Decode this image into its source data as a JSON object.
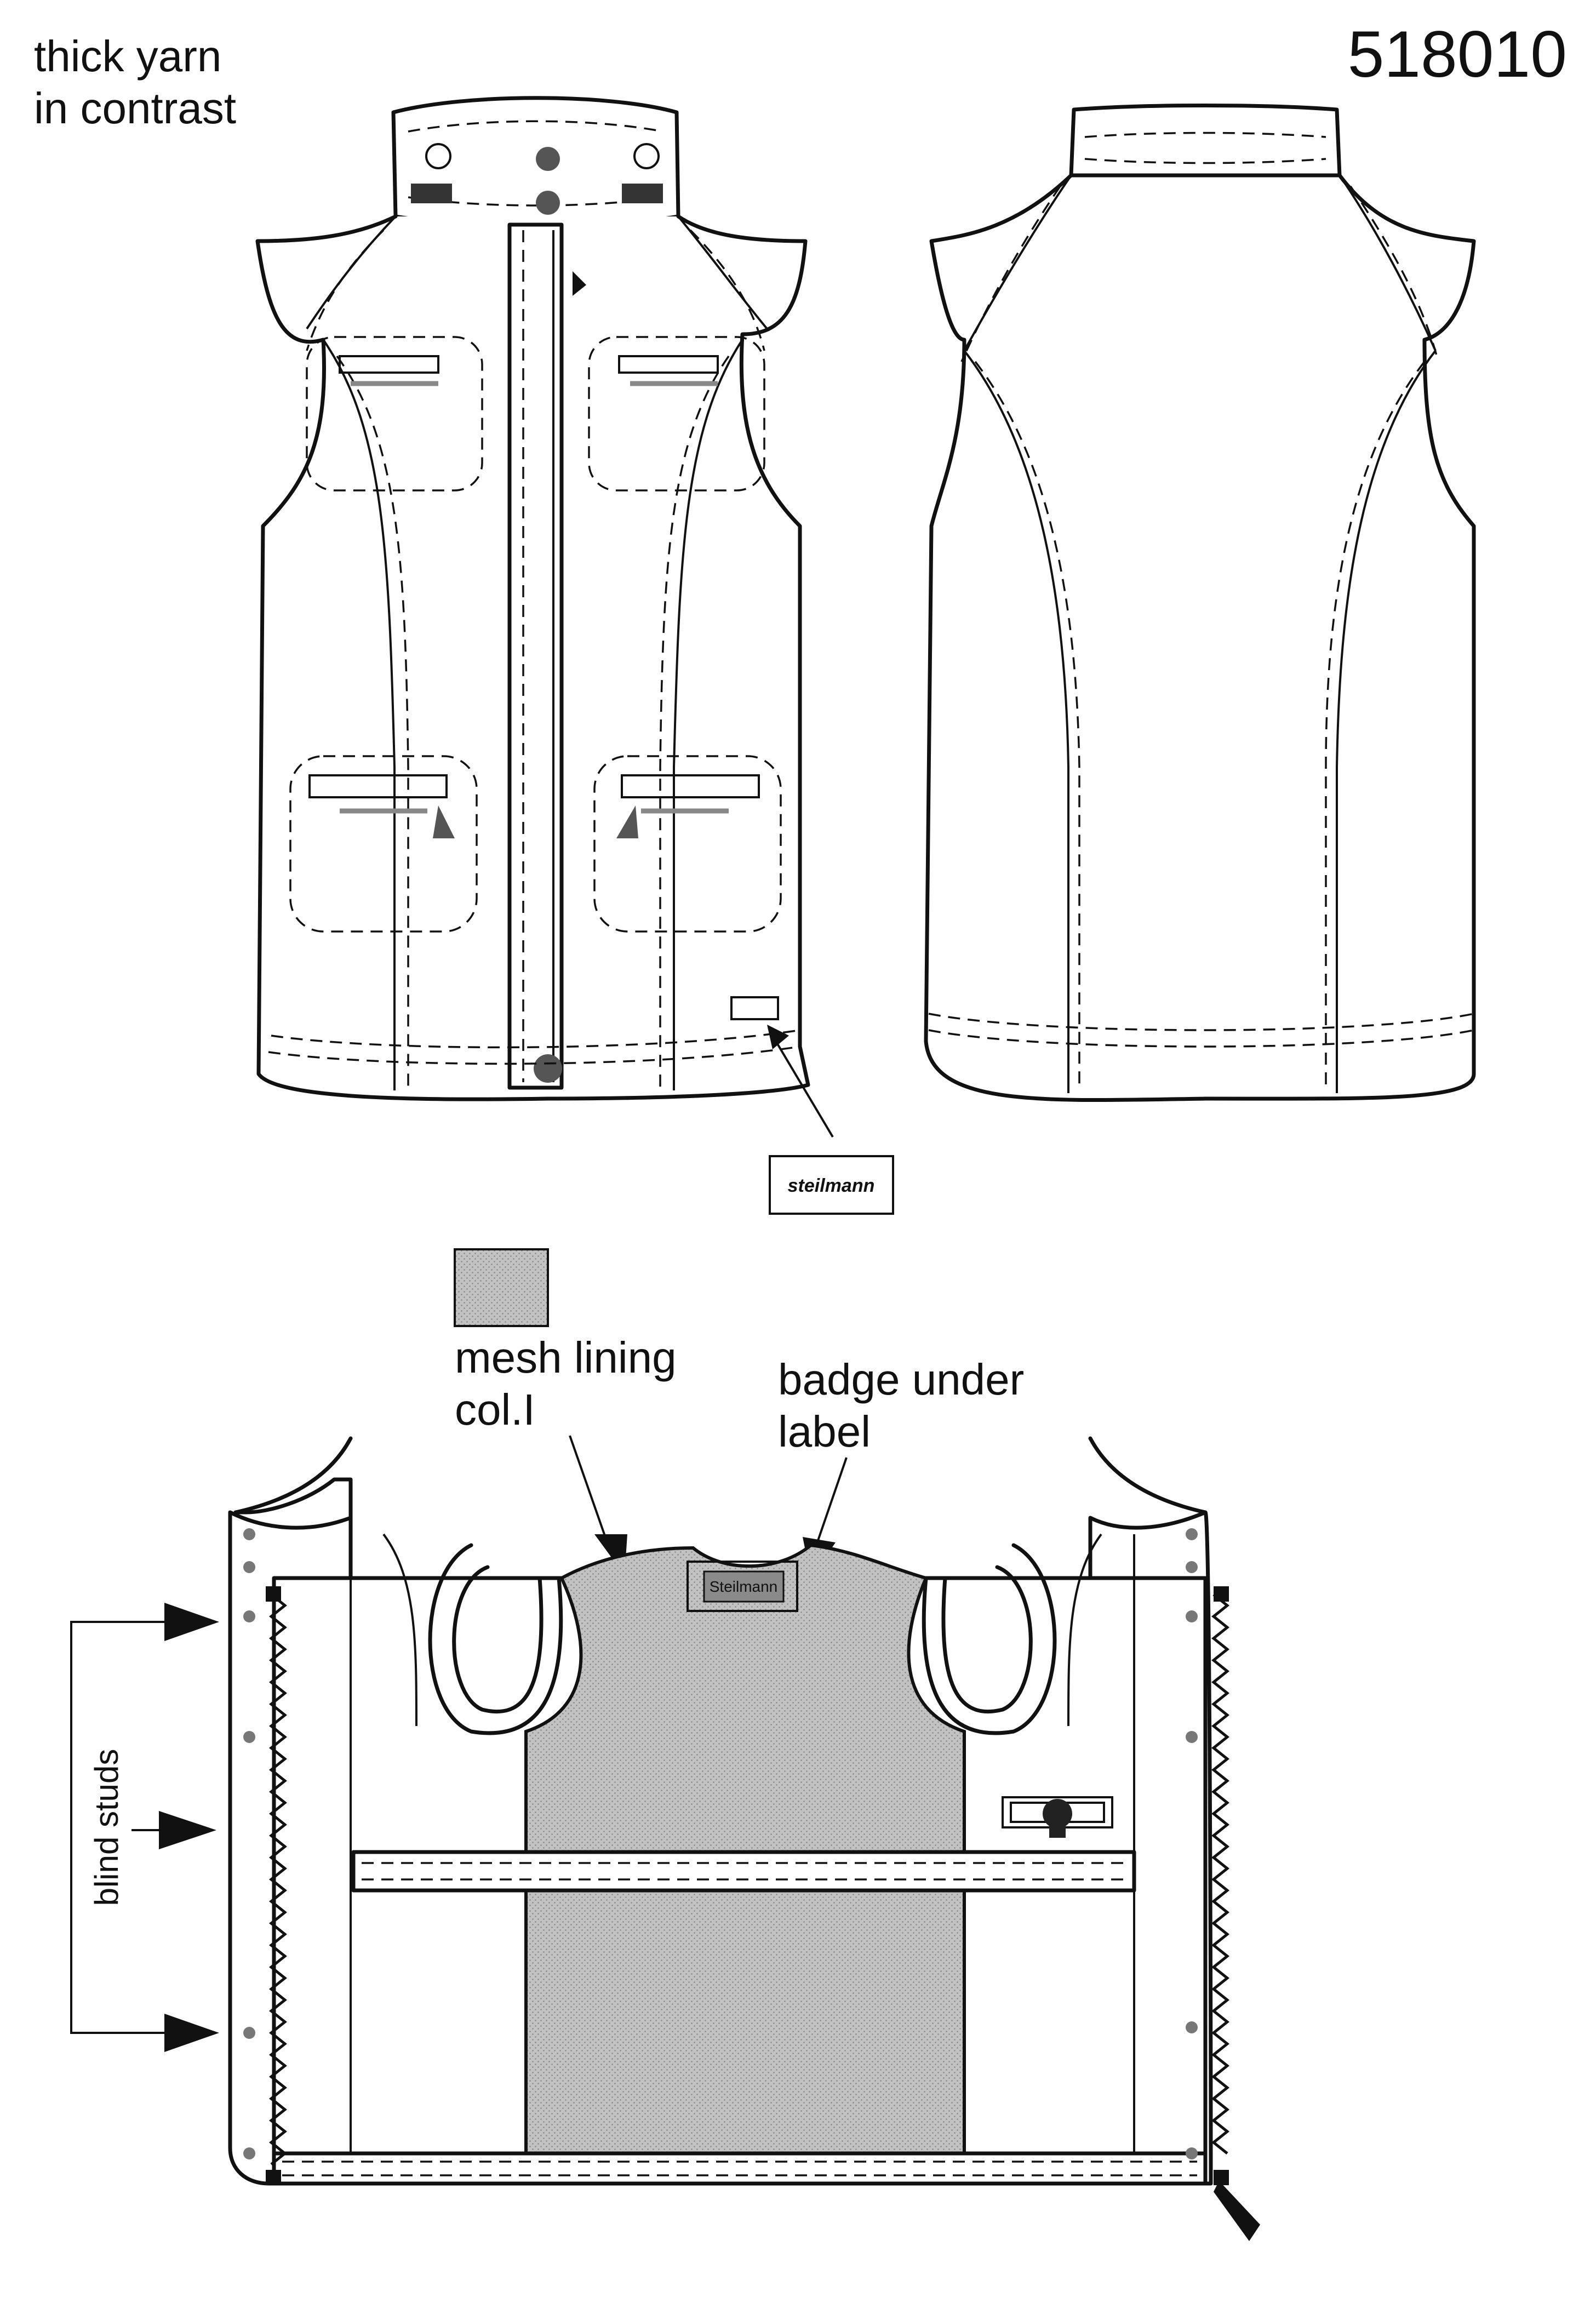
{
  "header": {
    "note_line1": "thick yarn",
    "note_line2": "in contrast",
    "style_number": "518010"
  },
  "annotations": {
    "hangtag_text": "steilmann",
    "mesh_label_line1": "mesh lining",
    "mesh_label_line2": "col.I",
    "badge_label_line1": "badge under",
    "badge_label_line2": "label",
    "badge_text": "Steilmann",
    "studs_label": "blind studs"
  },
  "colors": {
    "line": "#111111",
    "mesh": "#bcbcbc",
    "grey_stitch": "#888888",
    "background": "#ffffff"
  }
}
